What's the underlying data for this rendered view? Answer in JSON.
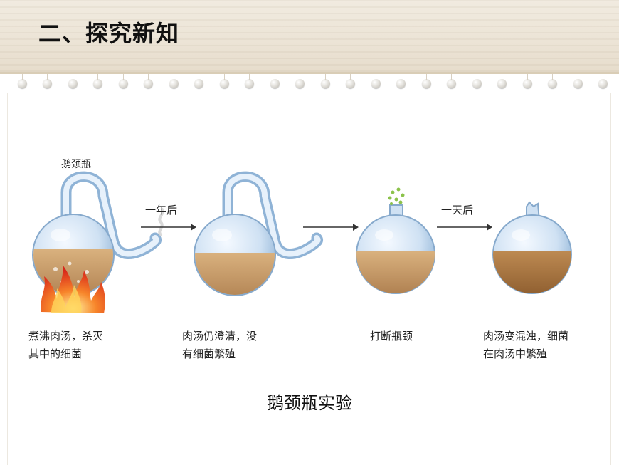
{
  "slide": {
    "title": "二、探究新知"
  },
  "figure": {
    "flask_label": "鹅颈瓶",
    "arrows": [
      "一年后",
      "",
      "一天后"
    ],
    "captions": [
      "煮沸肉汤，杀灭\n其中的细菌",
      "肉汤仍澄清，没\n有细菌繁殖",
      "打断瓶颈",
      "肉汤变混浊，细菌\n在肉汤中繁殖"
    ],
    "colors": {
      "glass": "#a9c9e6",
      "broth_clear": "#c79a62",
      "broth_cloudy": "#a6713c",
      "flame": "#e8431a"
    }
  },
  "caption": "鹅颈瓶实验"
}
